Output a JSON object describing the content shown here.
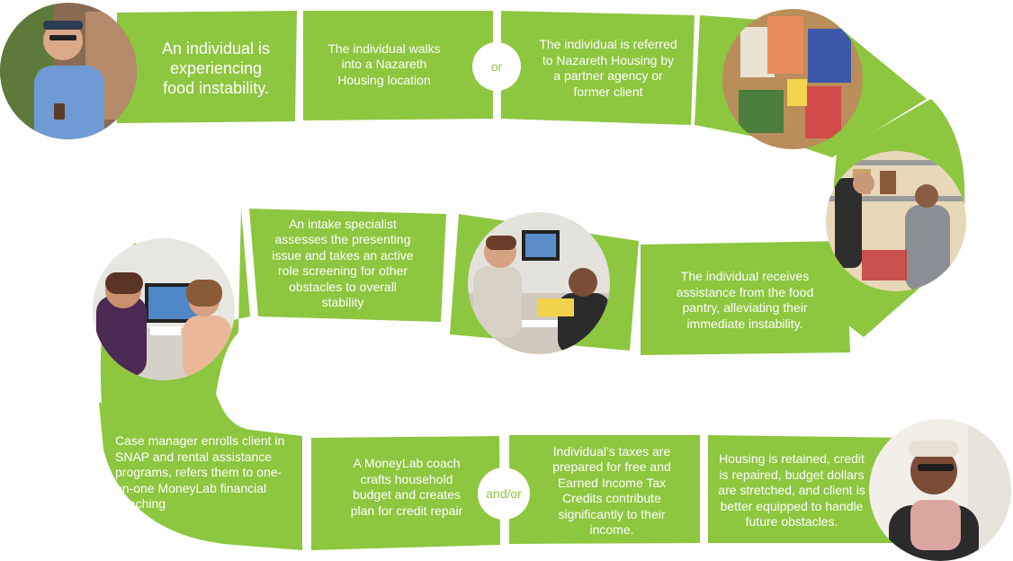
{
  "colors": {
    "path_green": "#8dc63f",
    "text_white": "#ffffff"
  },
  "steps": {
    "s1": "An individual is experiencing food instability.",
    "s2": "The individual walks into a Nazareth Housing location",
    "s3": "The individual is referred to Nazareth Housing by a partner agency or former client",
    "s4": "The individual receives assistance from the food pantry, alleviating their immediate instability.",
    "s5": "An intake specialist assesses the presenting issue and takes an active role screening for other obstacles to overall stability",
    "s6": "Case manager enrolls client in SNAP and rental assistance programs, refers them to one-on-one MoneyLab financial coaching",
    "s7": "A MoneyLab coach crafts household budget and creates plan for credit repair",
    "s8": "Individual’s taxes are prepared for free and Earned Income Tax Credits contribute significantly to their income.",
    "s9": "Housing is retained, credit is repaired, budget dollars are stretched, and client is better equipped to handle future obstacles."
  },
  "connectors": {
    "or": "or",
    "and_or": "and/or"
  },
  "photos": {
    "p1": "man-with-coffee-photo",
    "p2": "bulletin-board-photo",
    "p3": "food-pantry-photo",
    "p4": "intake-meeting-photo",
    "p5": "case-manager-photo",
    "p6": "smiling-woman-photo"
  }
}
